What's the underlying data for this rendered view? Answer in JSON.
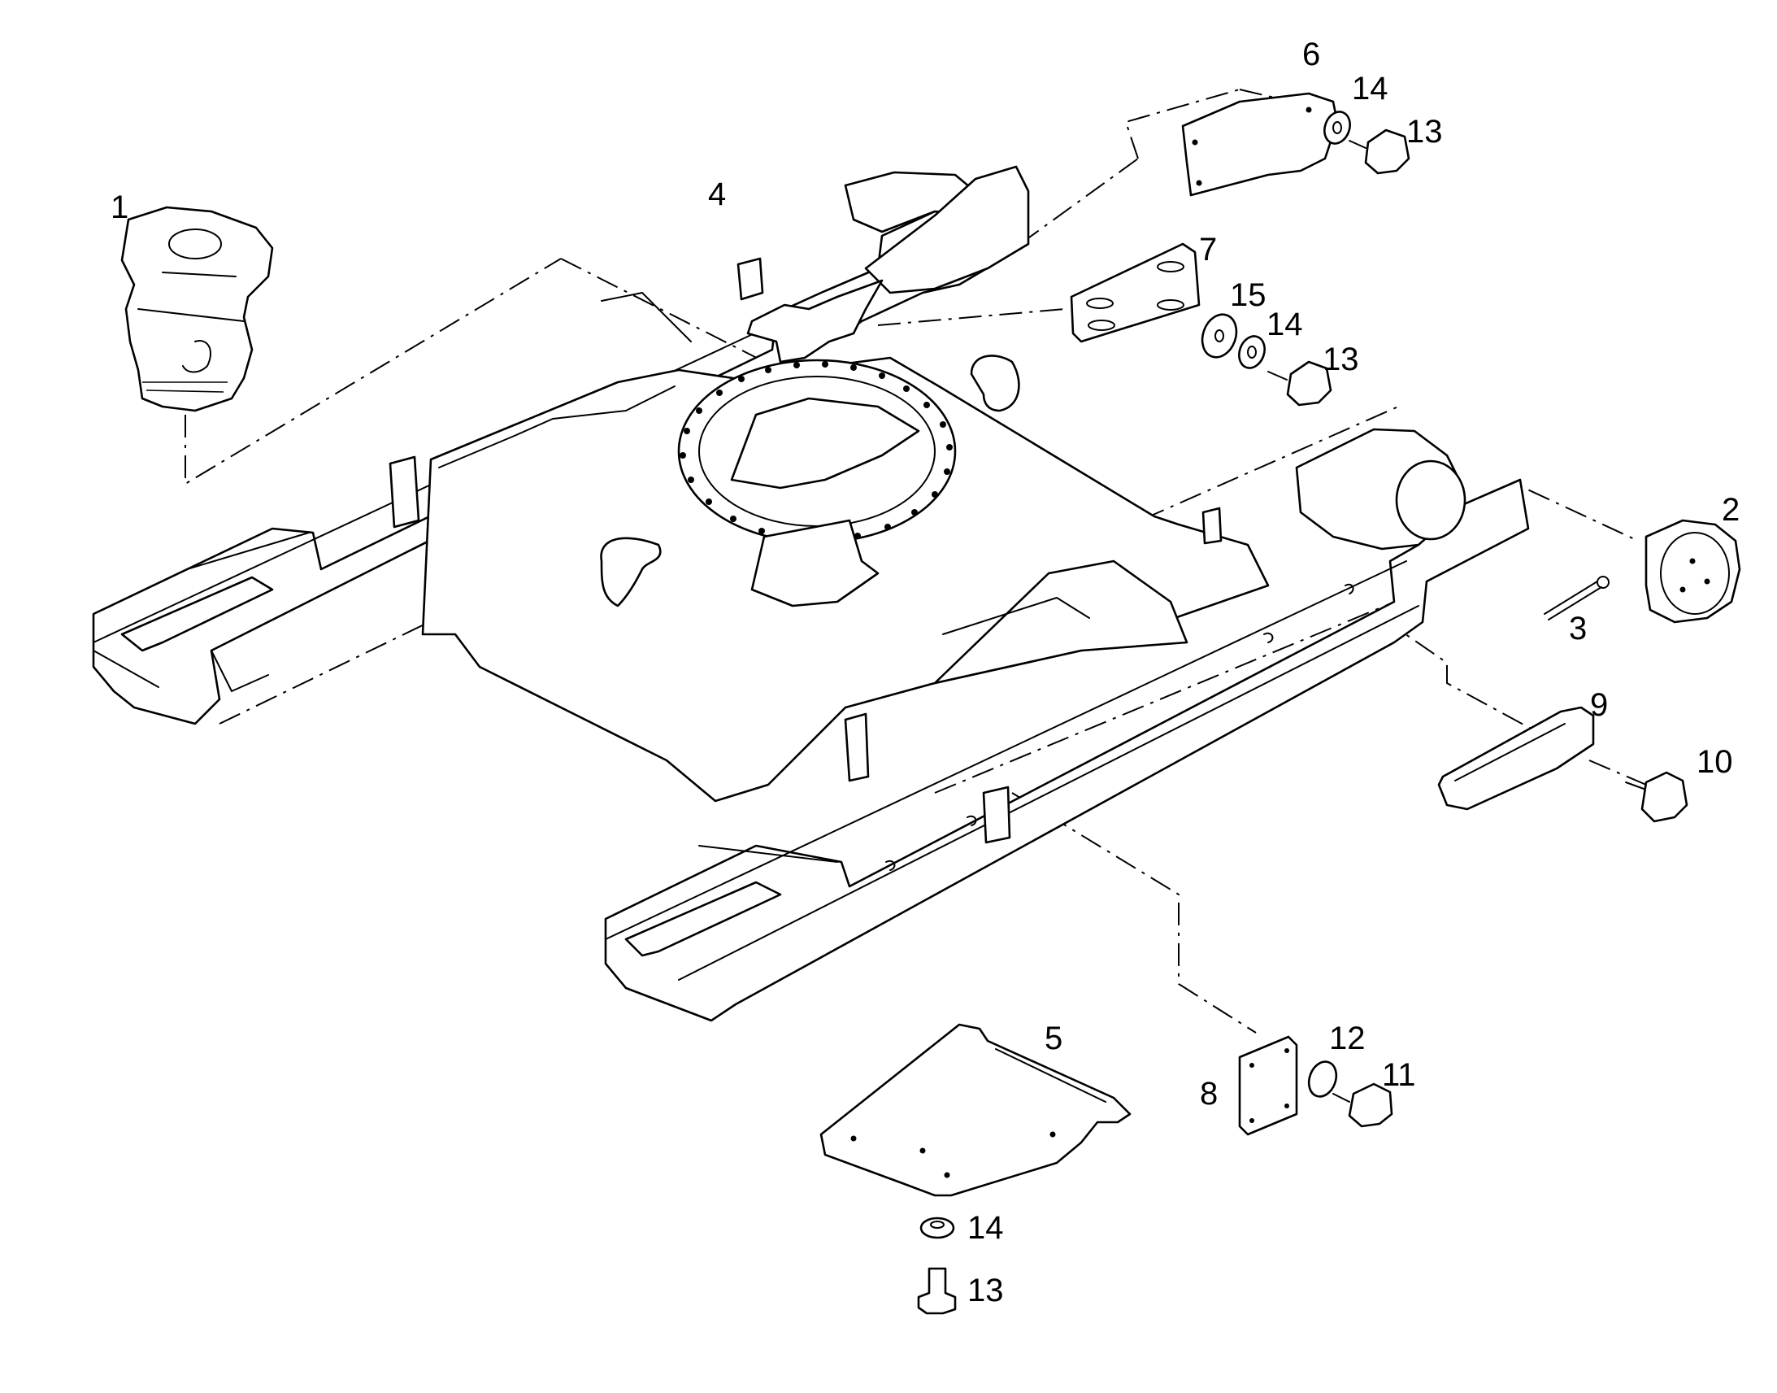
{
  "callouts": {
    "c1": "1",
    "c2": "2",
    "c3": "3",
    "c4": "4",
    "c5": "5",
    "c6": "6",
    "c7": "7",
    "c8": "8",
    "c9": "9",
    "c10": "10",
    "c11": "11",
    "c12": "12",
    "c13a": "13",
    "c13b": "13",
    "c13c": "13",
    "c14a": "14",
    "c14b": "14",
    "c14c": "14",
    "c15": "15"
  }
}
